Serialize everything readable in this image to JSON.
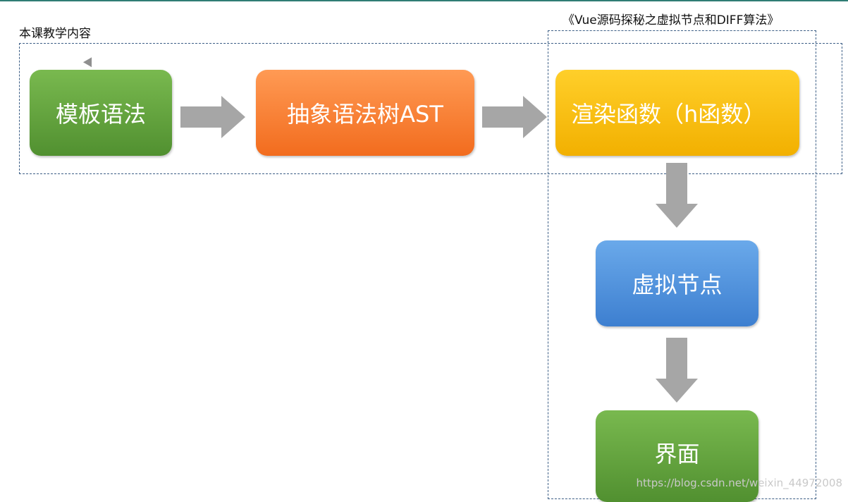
{
  "lesson_label": "本课教学内容",
  "series_title": "《Vue源码探秘之虚拟节点和DIFF算法》",
  "nodes": {
    "template": "模板语法",
    "ast": "抽象语法树AST",
    "render": "渲染函数（h函数）",
    "vnode": "虚拟节点",
    "ui": "界面"
  },
  "watermark": "https://blog.csdn.net/weixin_44972008",
  "colors": {
    "green": "#5fa03a",
    "orange": "#f7792a",
    "yellow": "#f8bf10",
    "blue": "#4a8ddb",
    "arrow": "#a6a6a6",
    "dash": "#3d5f86"
  }
}
